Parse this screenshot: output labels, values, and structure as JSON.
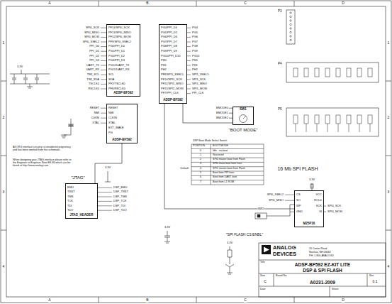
{
  "diagram": {
    "nodes": [
      {
        "text": [
          "ADSP-BF592"
        ]
      },
      {
        "text": [
          "ADSP-BF592"
        ]
      },
      {
        "text": [
          "ADSP-BF592"
        ]
      },
      {
        "text": [
          "JTAG_HEADER"
        ]
      },
      {
        "text": [
          "M25P16"
        ]
      },
      {
        "text": [
          "SW1"
        ]
      }
    ],
    "edges": [
      {
        "from": 1,
        "to": 5,
        "arrow": "none"
      },
      {
        "from": 1,
        "to": 4,
        "arrow": "none"
      },
      {
        "from": 3,
        "to": 2,
        "arrow": "none"
      }
    ],
    "labels": [
      "A",
      "B",
      "C",
      "D",
      "A",
      "B",
      "C",
      "D",
      "1",
      "2",
      "3",
      "4",
      "1",
      "2",
      "3",
      "4",
      "SPI0_SCK",
      "SPI0_MISO",
      "SPI0_MOSI",
      "SPI0_SSEL2",
      "PPI_D0",
      "PPI_D1",
      "PPI_D2",
      "PPI_D3",
      "UART_TX",
      "UART_RX",
      "TWI_SCL",
      "TWI_SDA",
      "TSCLK0",
      "RSCLK0",
      "PF14/SPI0_SCK",
      "PF13/SPI0_MISO",
      "PF12/SPI0_MOSI",
      "PF9/SPI0_SSEL2",
      "PG0/PPI_D0",
      "PG1/PPI_D1",
      "PG2/PPI_D2",
      "PG3/PPI_D3",
      "PG12/UART_TX",
      "PG11/UART_RX",
      "SCL",
      "SDA",
      "PF2/TSCLK0",
      "PF6/RSCLK0",
      "PG4/PPI_D4",
      "PG5/PPI_D5",
      "PG6/PPI_D6",
      "PG7/PPI_D7",
      "PG8/PPI_D8",
      "PG9/PPI_D9",
      "PG10/PPI_D10",
      "PH0",
      "PH1",
      "PH2",
      "PF8/SPI1_SSEL5",
      "PF10/SPI1_SCK",
      "PF11/SPI1_MISO",
      "PF15/SPI1_MOSI",
      "PF7/PPI_CLK",
      "PG4",
      "PG5",
      "PG6",
      "PG7",
      "PG8",
      "PG9",
      "PG10",
      "PH0",
      "PH1",
      "PH2",
      "SPI1_SSEL5",
      "SPI1_SCK",
      "SPI1_MISO",
      "SPI1_MOSI",
      "PPI_CLK",
      "RESET",
      "NMI",
      "CLKIN",
      "XTAL",
      "EXT_WAKE",
      "PG",
      "RESET",
      "NMI",
      "CLKIN",
      "XTAL",
      "BMODE0",
      "BMODE1",
      "BMODE2",
      "\"BOOT MODE\"",
      "DSP Boot Mode Select Switch",
      "POSITION",
      "BOOT MODE",
      "0",
      "1",
      "2",
      "3",
      "4",
      "5",
      "6",
      "7",
      "Idle - no boot",
      "Reserved",
      "SPI0 master boot from Flash",
      "SPI0 slave boot from host",
      "SPI1 master boot from Flash",
      "Boot from PPI host",
      "Boot from UART host",
      "Boot from L1 ROM",
      "Default",
      "\"JTAG\"",
      "EMU",
      "TRST",
      "TMS",
      "TCK",
      "TDI",
      "TDO",
      "DSP_EMU",
      "DSP_TRST",
      "DSP_TMS",
      "DSP_TCK",
      "DSP_TDI",
      "DSP_TDO",
      "All ORG interface circuitry is considered proprietary and has been omitted from this schematic.",
      "When designing your JTAG interface please refer to the Engineer to Engineer Note EE-68 which can be found at http://www.analog.com",
      "16 Mb SPI FLASH",
      "CS",
      "SO",
      "WP",
      "GND",
      "VCC",
      "HOLD",
      "SCK",
      "SI",
      "SPI0_SSEL2",
      "SPI0_MISO",
      "SPI0_SCK",
      "SPI0_MOSI",
      "\"SPI FLASH CS ENBL\"",
      "SW2",
      "3.3V",
      "3.3V",
      "3.3V",
      "3.3V",
      "3.3V",
      "P3",
      "P4",
      "P5",
      "ANALOG",
      "DEVICES",
      "20 Cotton Road",
      "Nashua, NH 03063",
      "PH: 1-800-ANALOGD",
      "Title",
      "ADSP-BF592 EZ-KIT LITE",
      "DSP & SPI FLASH",
      "Size",
      "C",
      "Board No.",
      "A0231-2009",
      "Rev",
      "0.1",
      "Date",
      "Sheet"
    ]
  }
}
